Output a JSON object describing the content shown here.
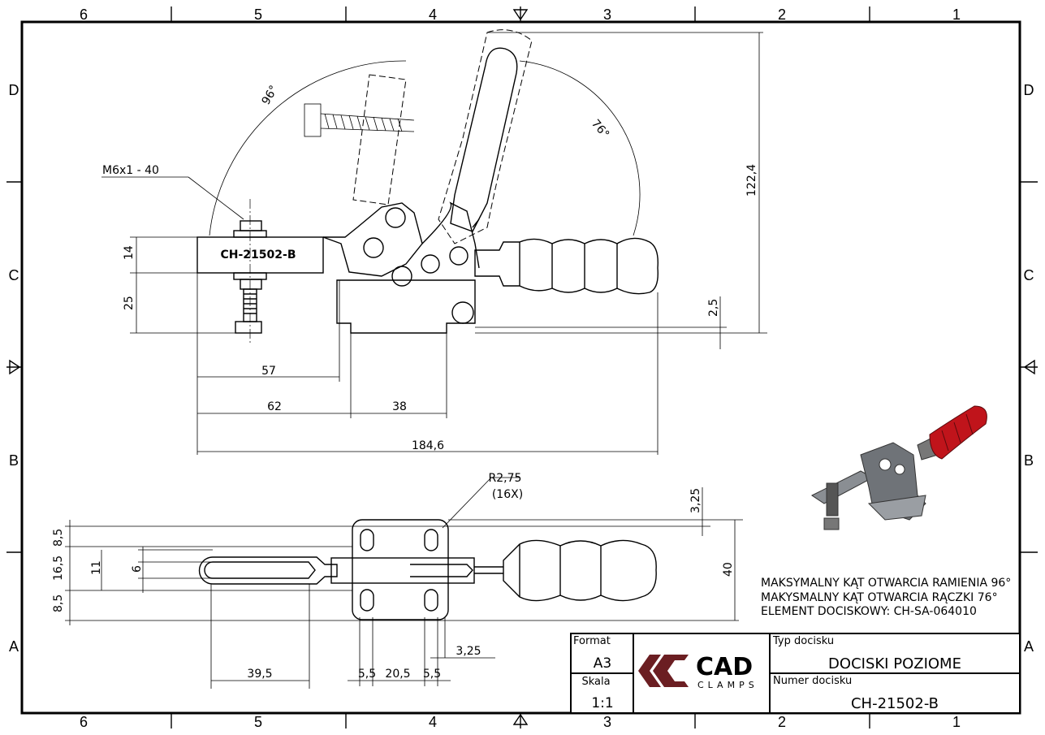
{
  "frame": {
    "columns": [
      "6",
      "5",
      "4",
      "3",
      "2",
      "1"
    ],
    "rows": [
      "D",
      "C",
      "B",
      "A"
    ]
  },
  "side_view": {
    "thread_callout": "M6x1 - 40",
    "arm_marking": "CH-21502-B",
    "arm_angle": "96°",
    "handle_angle": "76°",
    "dims": {
      "height_total": "122,4",
      "arm_14": "14",
      "arm_25": "25",
      "base_2_5": "2,5",
      "d57": "57",
      "d62": "62",
      "d38": "38",
      "d184_6": "184,6"
    }
  },
  "top_view": {
    "radius_callout": "R2,75",
    "radius_count": "(16X)",
    "dims": {
      "d3_25_top": "3,25",
      "d40": "40",
      "d8_5_a": "8,5",
      "d16_5": "16,5",
      "d8_5_b": "8,5",
      "d11": "11",
      "d6": "6",
      "d39_5": "39,5",
      "d5_5_a": "5,5",
      "d20_5": "20,5",
      "d5_5_b": "5,5",
      "d3_25_bottom": "3,25"
    }
  },
  "notes": [
    "MAKSYMALNY KĄT OTWARCIA RAMIENIA 96°",
    "MAKYSMALNY KĄT OTWARCIA RĄCZKI 76°",
    "ELEMENT DOCISKOWY: CH-SA-064010"
  ],
  "title_block": {
    "format_label": "Format",
    "format_value": "A3",
    "scale_label": "Skala",
    "scale_value": "1:1",
    "logo_main": "CAD",
    "logo_sub": "CLAMPS",
    "type_label": "Typ docisku",
    "type_value": "DOCISKI POZIOME",
    "number_label": "Numer docisku",
    "number_value": "CH-21502-B"
  },
  "colors": {
    "logo": "#6b1e22",
    "handle_3d": "#c0141b",
    "body_3d": "#6f7378"
  }
}
